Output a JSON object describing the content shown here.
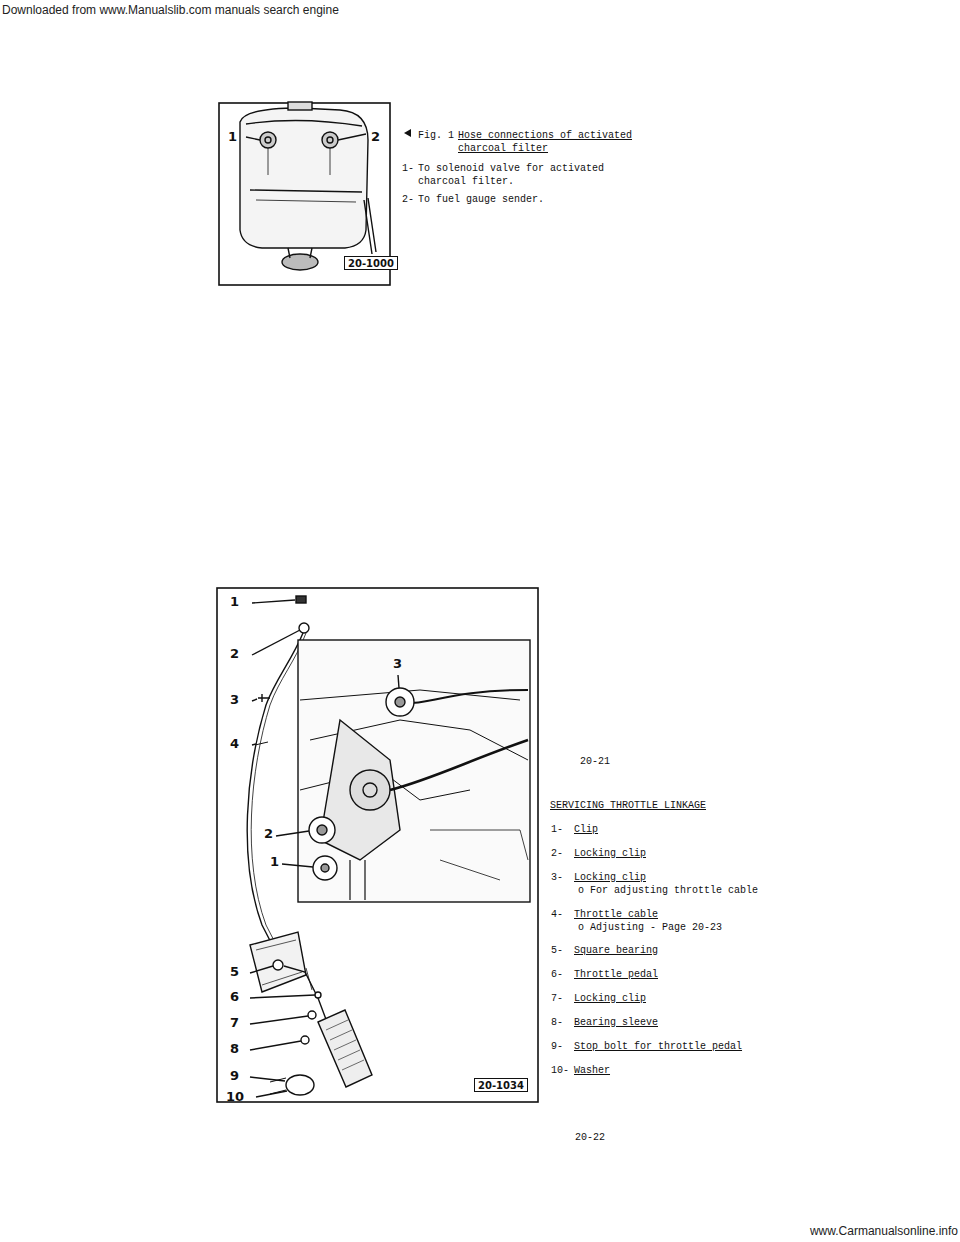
{
  "diagram": {
    "nodes": [
      {
        "text": [
          "20-1000"
        ]
      },
      {
        "text": [
          "20-1034"
        ]
      }
    ],
    "labels": [
      "Downloaded from www.Manualslib.com manuals search engine",
      "1",
      "2",
      "Fig. 1",
      "Hose connections of activated charcoal filter",
      "1-",
      "To solenoid valve for activated charcoal filter.",
      "2-",
      "To fuel gauge sender.",
      "20-21",
      "1",
      "2",
      "3",
      "4",
      "5",
      "6",
      "7",
      "8",
      "9",
      "10",
      "3",
      "2",
      "1",
      "SERVICING THROTTLE LINKAGE",
      "1-",
      "Clip",
      "2-",
      "Locking clip",
      "3-",
      "Locking clip",
      "o For adjusting throttle cable",
      "4-",
      "Throttle cable",
      "o Adjusting - Page 20-23",
      "5-",
      "Square bearing",
      "6-",
      "Throttle pedal",
      "7-",
      "Locking clip",
      "8-",
      "Bearing sleeve",
      "9-",
      "Stop bolt for throttle pedal",
      "10-",
      "Washer",
      "20-22",
      "www.Carmanualsonline.info"
    ]
  }
}
